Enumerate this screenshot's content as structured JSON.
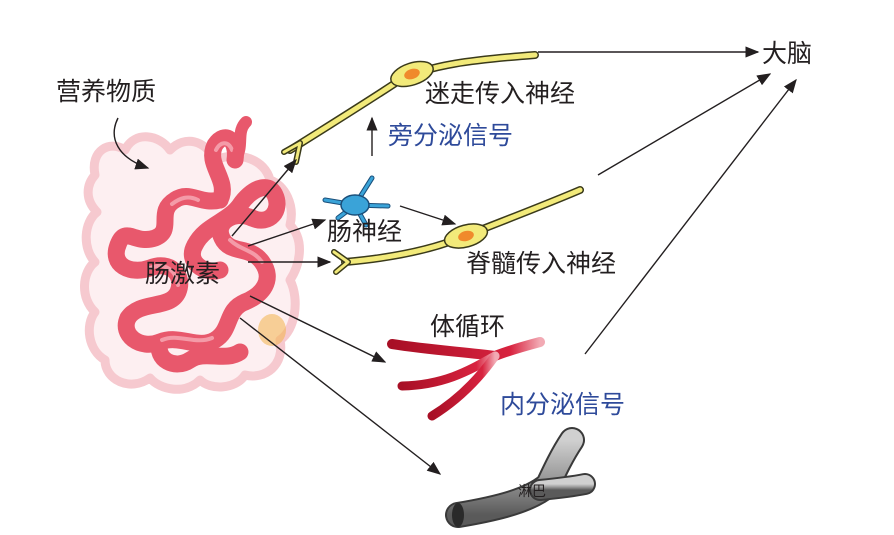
{
  "labels": {
    "nutrients": "营养物质",
    "gut_hormone": "肠激素",
    "enteric_nerve": "肠神经",
    "vagal_afferent": "迷走传入神经",
    "paracrine": "旁分泌信号",
    "spinal_afferent": "脊髓传入神经",
    "brain": "大脑",
    "circulation": "体循环",
    "endocrine": "内分泌信号",
    "lymph": "淋巴"
  },
  "colors": {
    "label_text": "#231f20",
    "signal_text": "#2e4a9a",
    "intestine": "#e8586c",
    "nerve_fiber": "#f2ea7a",
    "neuron_body": "#f5c542",
    "enteric_neuron": "#3aa3d8",
    "blood_vessel": "#c8102e",
    "lymph_vessel": "#8a8a8a"
  }
}
